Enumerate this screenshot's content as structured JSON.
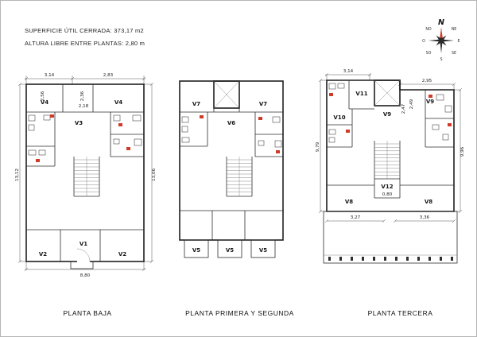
{
  "header": {
    "line1": "SUPERFICIE ÚTIL CERRADA: 373,17 m2",
    "line2": "ALTURA LIBRE ENTRE PLANTAS:  2,80 m"
  },
  "compass": {
    "n": "N",
    "ne": "NE",
    "e": "E",
    "se": "SE",
    "s": "S",
    "so": "SO",
    "o": "O",
    "no": "NO"
  },
  "plan1": {
    "title": "PLANTA BAJA",
    "labels": {
      "v4_left": "V4",
      "v4_right": "V4",
      "v3": "V3",
      "v2_left": "V2",
      "v1": "V1",
      "v2_right": "V2"
    },
    "dims": {
      "top_left": "3,14",
      "top_right": "2,83",
      "inner_a": "2,56",
      "inner_b": "2,36",
      "inner_c": "2,18",
      "left": "13,12",
      "right": "13,06",
      "bottom": "8,80"
    }
  },
  "plan2": {
    "title": "PLANTA PRIMERA Y SEGUNDA",
    "labels": {
      "v7_left": "V7",
      "v6": "V6",
      "v7_right": "V7",
      "v5_left": "V5",
      "v5_center": "V5",
      "v5_right": "V5"
    }
  },
  "plan3": {
    "title": "PLANTA TERCERA",
    "labels": {
      "v11": "V11",
      "v10": "V10",
      "v9_center": "V9",
      "v9_right": "V9",
      "v12": "V12",
      "v8_left": "V8",
      "v8_right": "V8"
    },
    "dims": {
      "top": "3,14",
      "top_right": "2,95",
      "inner_a": "2,47",
      "inner_b": "2,49",
      "left": "9,79",
      "right": "9,96",
      "bottom_left": "3,27",
      "bottom_right": "3,36",
      "v12_width": "0,80"
    }
  }
}
